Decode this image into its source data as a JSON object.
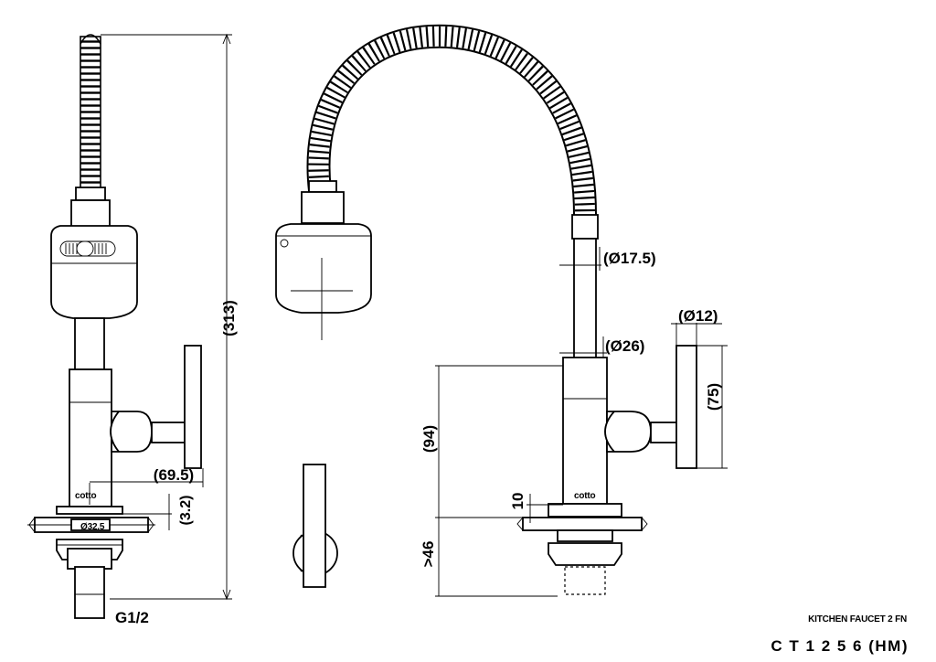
{
  "product": {
    "name": "KITCHEN FAUCET 2 FN",
    "code": "C T 1 2 5 6 (HM)"
  },
  "dimensions": {
    "height_total": "(313)",
    "reach": "(69.5)",
    "base_thickness": "(3.2)",
    "thread": "G1/2",
    "hose_diameter": "(Ø17.5)",
    "body_diameter": "(Ø26)",
    "handle_diameter": "(Ø12)",
    "handle_length": "(75)",
    "body_height": "(94)",
    "counter_thickness": ">46",
    "tag": "10",
    "flange_diameter": "Ø32.5",
    "brand_mark": "cotto"
  },
  "colors": {
    "line": "#000000",
    "background": "#ffffff"
  }
}
